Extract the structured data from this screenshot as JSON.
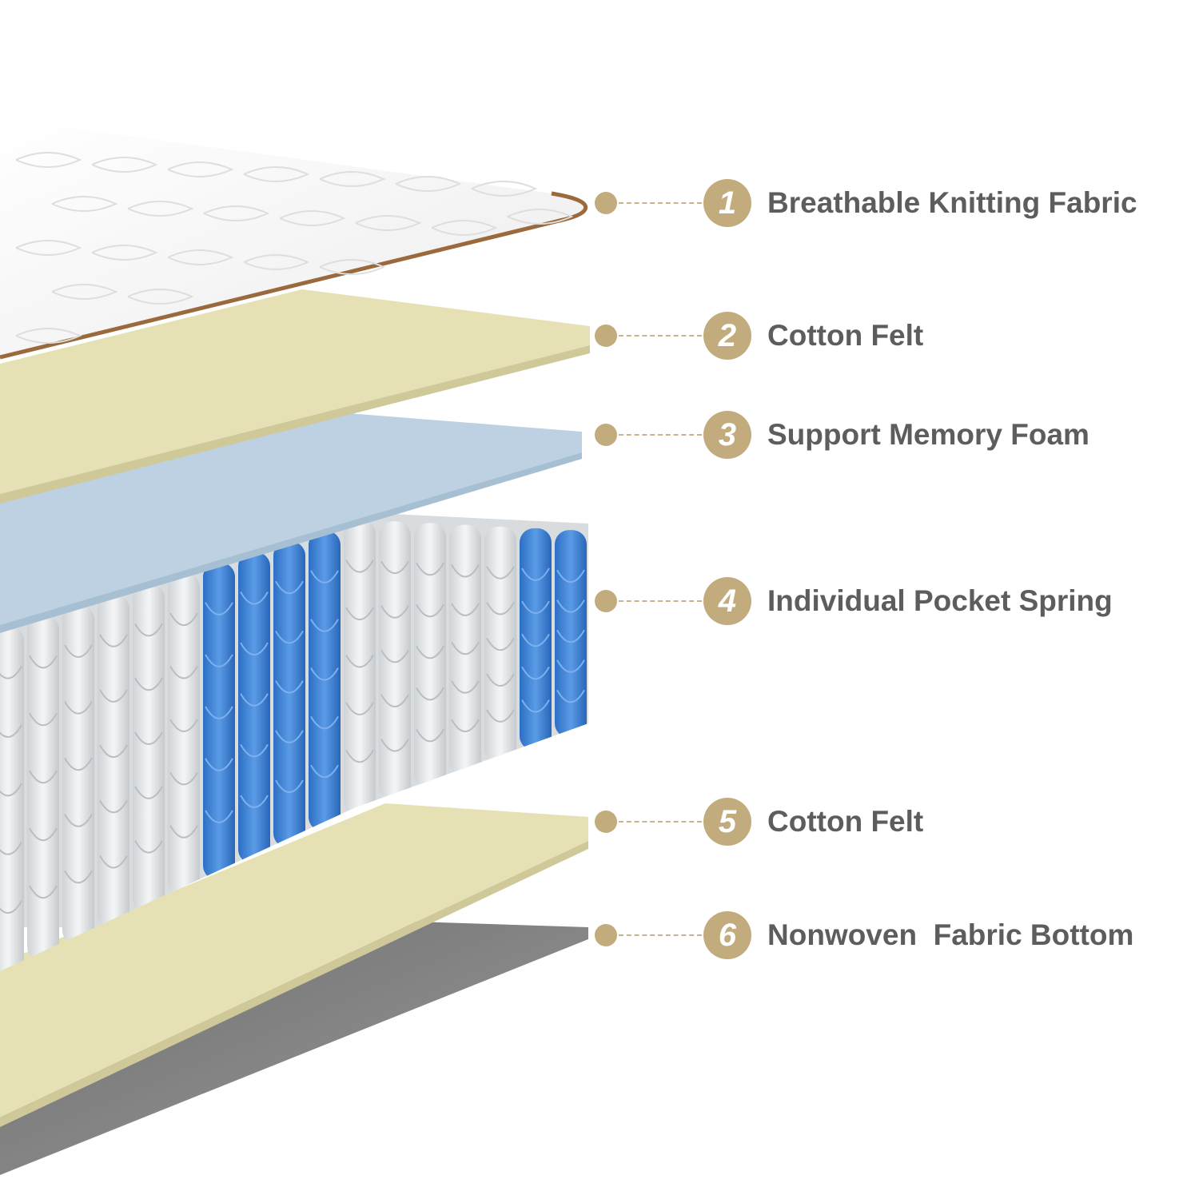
{
  "colors": {
    "accent": "#c2ab7c",
    "text": "#5d5d5d",
    "cover": "#f4f4f4",
    "piping": "#9a6a3d",
    "felt": "#e6e1b5",
    "foam": "#bdd1e2",
    "spring_blue": "#3f83d6",
    "spring_white": "#e4e6e8",
    "bottom": "#8a8a8a"
  },
  "layers": [
    {
      "number": "1",
      "label": "Breathable Knitting Fabric"
    },
    {
      "number": "2",
      "label": "Cotton Felt"
    },
    {
      "number": "3",
      "label": "Support Memory Foam"
    },
    {
      "number": "4",
      "label": "Individual Pocket Spring"
    },
    {
      "number": "5",
      "label": "Cotton Felt"
    },
    {
      "number": "6",
      "label": "Nonwoven  Fabric Bottom"
    }
  ]
}
